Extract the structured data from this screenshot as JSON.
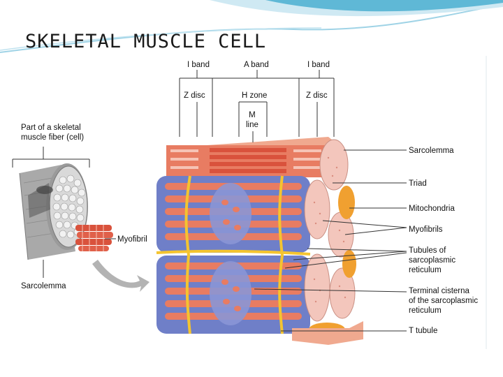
{
  "title": "SKELETAL MUSCLE CELL",
  "colors": {
    "header_wave": "#5fb8d6",
    "header_wave_light": "#cfe9f3",
    "fiber_red": "#d9523c",
    "fiber_salmon": "#f09a7c",
    "reticulum_blue": "#6f7fc8",
    "tubule_yellow": "#f4c430",
    "myofibril_pink": "#f3c6bc",
    "arrow_gray": "#b3b3b3"
  },
  "labels": {
    "band_top_left": "I band",
    "band_top_mid": "A band",
    "band_top_right": "I band",
    "zdisc_left": "Z disc",
    "hzone": "H zone",
    "mline": "M\nline",
    "zdisc_right": "Z disc",
    "part_of_fiber": "Part of a skeletal\nmuscle fiber (cell)",
    "myofibril": "Myofibril",
    "sarcolemma_left": "Sarcolemma",
    "sarcolemma_right": "Sarcolemma",
    "triad": "Triad",
    "mitochondria": "Mitochondria",
    "myofibrils": "Myofibrils",
    "tubules_sr": "Tubules of\nsarcoplasmic\nreticulum",
    "terminal_cisterna": "Terminal cisterna\nof the sarcoplasmic\nreticulum",
    "t_tubule": "T tubule"
  }
}
